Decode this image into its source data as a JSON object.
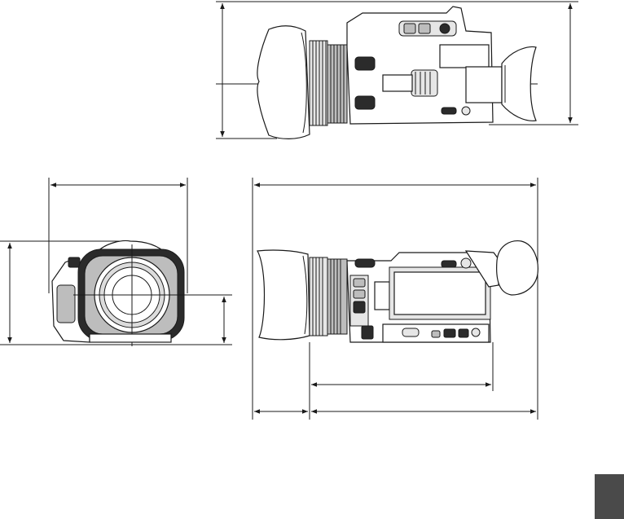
{
  "views": [
    {
      "id": "top-view",
      "name": "camcorder-top-view"
    },
    {
      "id": "front-view",
      "name": "camcorder-front-view"
    },
    {
      "id": "side-view",
      "name": "camcorder-side-view"
    }
  ],
  "colors": {
    "line": "#1a1a1a",
    "dark_fill": "#2b2b2b",
    "page_tab": "#4a4a4a",
    "background": "#ffffff"
  }
}
